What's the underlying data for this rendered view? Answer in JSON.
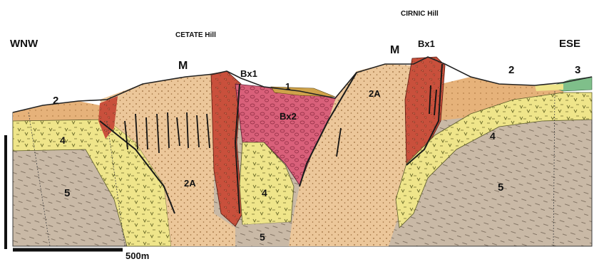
{
  "labels": {
    "wnw": "WNW",
    "ese": "ESE",
    "cetate_hill": "CETATE Hill",
    "cirnic_hill": "CIRNIC Hill",
    "m_left": "M",
    "m_right": "M",
    "bx1_left": "Bx1",
    "bx1_right": "Bx1",
    "bx2": "Bx2",
    "unit_1": "1",
    "unit_2_left": "2",
    "unit_2_right": "2",
    "unit_3": "3",
    "unit_2a_left": "2A",
    "unit_2a_right": "2A",
    "unit_4_left": "4",
    "unit_4_center": "4",
    "unit_4_right": "4",
    "unit_5_left": "5",
    "unit_5_center": "5",
    "unit_5_right": "5",
    "scale": "500m"
  },
  "colors": {
    "basement_5": "#c9b9a6",
    "tuff_4": "#efe58a",
    "dacite_2a": "#ecc79a",
    "unit_2": "#e6b27a",
    "breccia_bx1": "#c9503c",
    "breccia_bx2": "#d9607a",
    "unit_3": "#7fbf8a",
    "unit_1": "#cfa34a"
  }
}
